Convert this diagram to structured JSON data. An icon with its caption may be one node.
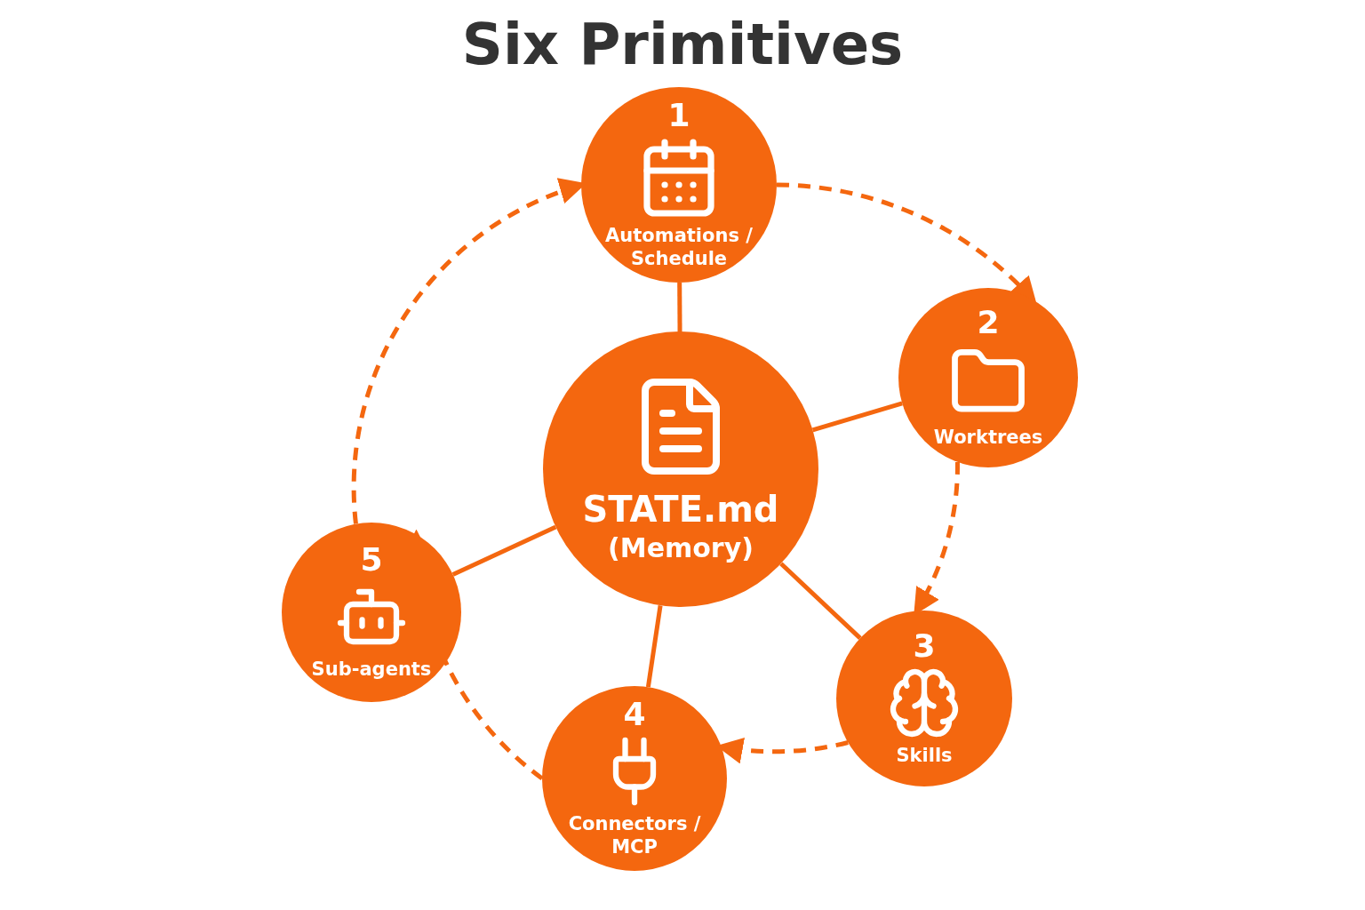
{
  "diagram": {
    "title": "Six Primitives",
    "nodes": [
      {
        "text": [
          "STATE.md",
          "(Memory)"
        ]
      },
      {
        "text": [
          "1",
          "Automations / Schedule"
        ]
      },
      {
        "text": [
          "2",
          "Worktrees"
        ]
      },
      {
        "text": [
          "3",
          "Skills"
        ]
      },
      {
        "text": [
          "4",
          "Connectors / MCP"
        ]
      },
      {
        "text": [
          "5",
          "Sub-agents"
        ]
      }
    ],
    "edges": [
      {
        "from": 0,
        "to": 1,
        "arrow": "none"
      },
      {
        "from": 0,
        "to": 2,
        "arrow": "none"
      },
      {
        "from": 0,
        "to": 3,
        "arrow": "none"
      },
      {
        "from": 0,
        "to": 4,
        "arrow": "none"
      },
      {
        "from": 0,
        "to": 5,
        "arrow": "none"
      },
      {
        "from": 1,
        "to": 2,
        "arrow": "to",
        "style": "dashed"
      },
      {
        "from": 2,
        "to": 3,
        "arrow": "to",
        "style": "dashed"
      },
      {
        "from": 3,
        "to": 4,
        "arrow": "to",
        "style": "dashed"
      },
      {
        "from": 4,
        "to": 5,
        "arrow": "to",
        "style": "dashed"
      },
      {
        "from": 5,
        "to": 1,
        "arrow": "to",
        "style": "dashed"
      }
    ]
  }
}
